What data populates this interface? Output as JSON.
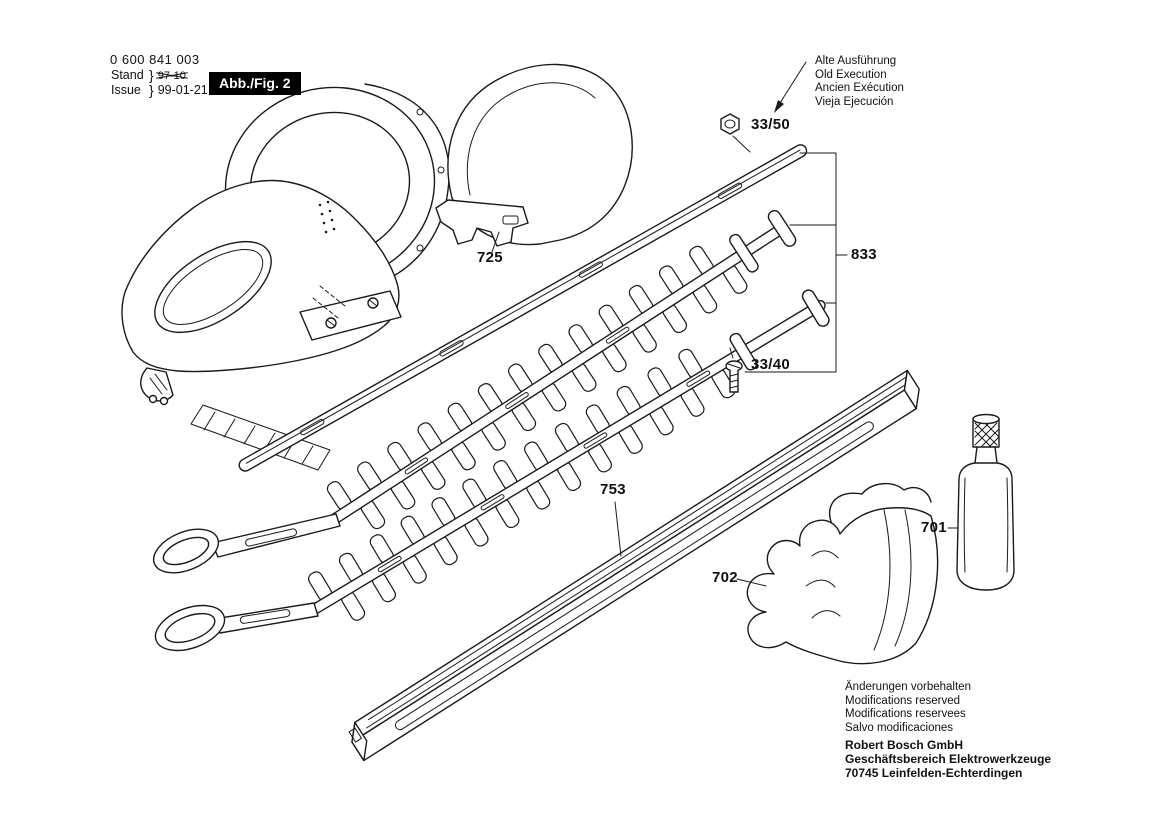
{
  "page": {
    "background": "#ffffff",
    "ink": "#1a1a1a"
  },
  "header": {
    "part_number": "0 600 841 003",
    "stand_label": "Stand",
    "issue_label": "Issue",
    "brace": "}",
    "stand_old_value": "97-10",
    "issue_date": "99-01-21",
    "figure_label": "Abb./Fig. 2"
  },
  "old_execution_note": {
    "lines": [
      "Alte Ausführung",
      "Old Execution",
      "Ancien Exécution",
      "Vieja Ejecución"
    ]
  },
  "part_labels": {
    "hand_guard": "725",
    "nut": "33/50",
    "blade_assembly": "833",
    "screw": "33/40",
    "guard_rail": "753",
    "gloves": "702",
    "oil_bottle": "701"
  },
  "footer": {
    "notice_lines": [
      "Änderungen vorbehalten",
      "Modifications reserved",
      "Modifications reservees",
      "Salvo modificaciones"
    ],
    "company_lines": [
      "Robert Bosch GmbH",
      "Geschäftsbereich Elektrowerkzeuge",
      "70745 Leinfelden-Echterdingen"
    ]
  }
}
